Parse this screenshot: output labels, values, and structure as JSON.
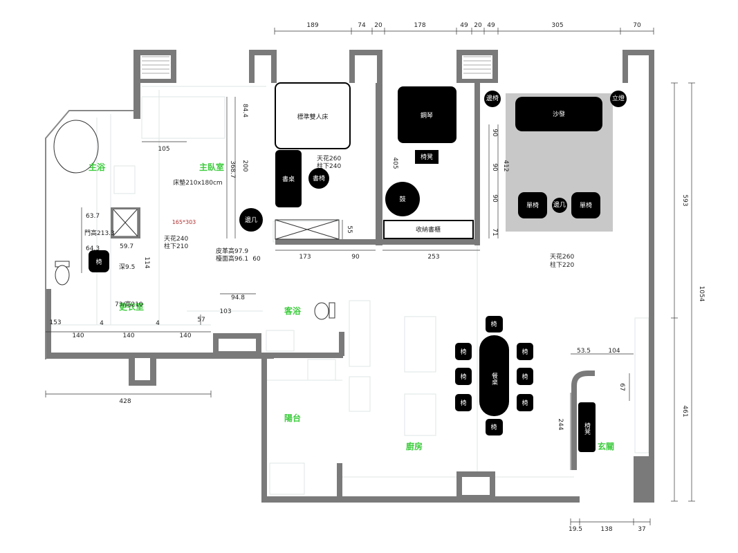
{
  "rooms": {
    "master_bath": "主浴",
    "master_bedroom": "主臥室",
    "dressing_room": "更衣室",
    "guest_bath": "客浴",
    "balcony": "陽台",
    "kitchen": "廚房",
    "entrance": "玄關"
  },
  "furniture": {
    "bed": "標準雙人床",
    "desk": "書桌",
    "side_table": "邊几",
    "desk_chair": "書椅",
    "piano": "鋼琴",
    "piano_stool": "椅凳",
    "drum": "鼓",
    "storage_cabinet": "收納書櫃",
    "sofa": "沙發",
    "armchair_left": "單椅",
    "armchair_right": "單椅",
    "small_table": "邊几",
    "corner_chair_left": "邊椅",
    "corner_chair_right": "立燈",
    "bath_chair": "椅",
    "dining_table": "餐桌",
    "dining_chair": "椅",
    "bench": "椅凳"
  },
  "notes": {
    "mattress": "床墊210x180cm",
    "ceiling_master": "天花240",
    "beam_master": "柱下210",
    "ceiling_room2": "天花260",
    "beam_room2": "柱下240",
    "ceiling_living": "天花260",
    "beam_living": "柱下220",
    "door_height": "門高213.3",
    "depth": "深9.5",
    "closet_height": "73/高210",
    "leather_height": "皮革高97.9",
    "countertop_height": "檯面高96.1",
    "window_size": "165*303"
  },
  "dimensions": {
    "top": [
      "189",
      "74",
      "20",
      "178",
      "49",
      "20",
      "49",
      "305",
      "70"
    ],
    "right_outer": "1054",
    "right_upper": "593",
    "right_lower": "461",
    "bottom_right": [
      "19.5",
      "138",
      "37"
    ],
    "bottom_left": "428",
    "d_84_4": "84.4",
    "d_368_7": "368.7",
    "d_200": "200",
    "d_105": "105",
    "d_63_7": "63.7",
    "d_64_3": "64.3",
    "d_59_7": "59.7",
    "d_114": "114",
    "d_153": "153",
    "d_4a": "4",
    "d_4b": "4",
    "d_140a": "140",
    "d_140b": "140",
    "d_140c": "140",
    "d_57": "57",
    "d_94_8": "94.8",
    "d_103": "103",
    "d_60": "60",
    "d_173": "173",
    "d_90_bottom": "90",
    "d_55": "55",
    "d_253": "253",
    "d_405": "405",
    "d_412": "412",
    "d_90a": "90",
    "d_90b": "90",
    "d_90c": "90",
    "d_71": "71",
    "d_53_5": "53.5",
    "d_104": "104",
    "d_67": "67",
    "d_244": "244"
  },
  "colors": {
    "wall": "#7a7a7a",
    "furniture": "#000000",
    "rug": "#c8c8c8",
    "room_label": "#3ccc3c"
  }
}
